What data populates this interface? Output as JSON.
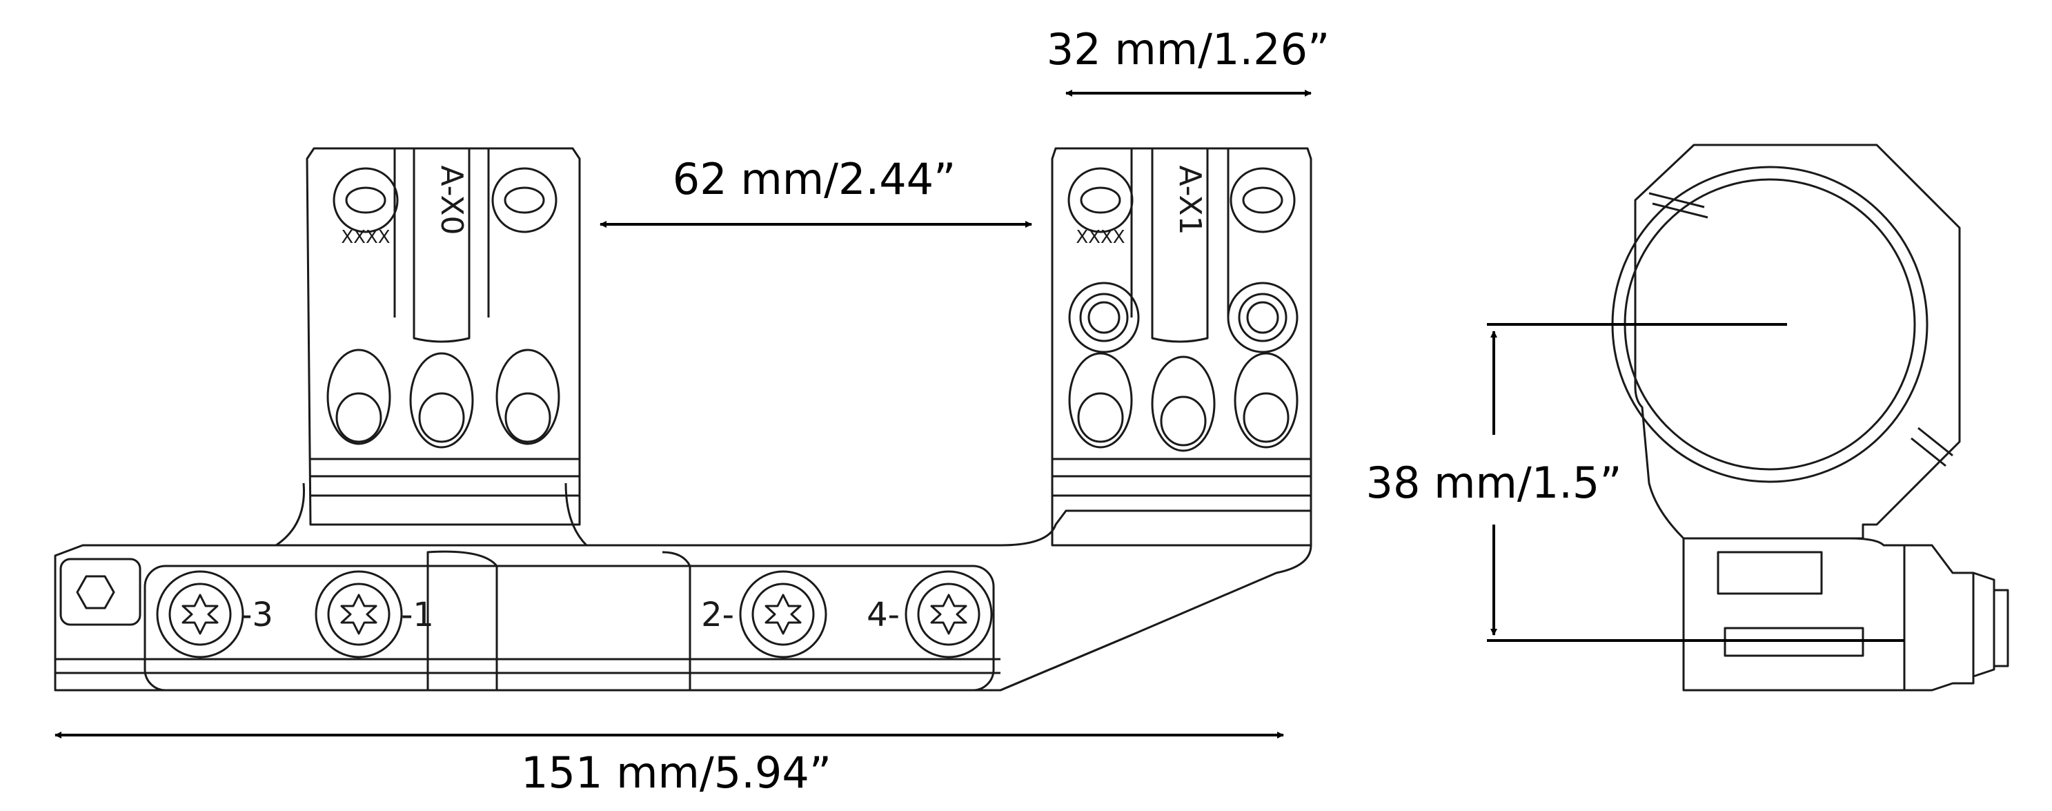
{
  "dimensions": {
    "ring_width": "32 mm/1.26”",
    "ring_spacing": "62 mm/2.44”",
    "overall_length": "151 mm/5.94”",
    "center_height": "38 mm/1.5”"
  },
  "ring_marks": {
    "front_ring": "A-X0",
    "rear_ring": "A-X1",
    "serial_front": "XXXX",
    "serial_rear": "XXXX"
  },
  "screw_marks": [
    "-3",
    "-1",
    "2-",
    "4-"
  ],
  "colors": {
    "line": "#1a1a1a",
    "background": "#ffffff"
  }
}
